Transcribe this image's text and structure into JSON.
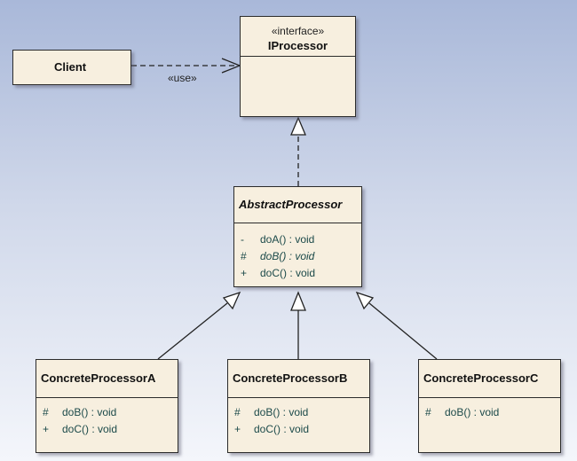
{
  "client": {
    "name": "Client"
  },
  "use_label": "«use»",
  "iprocessor": {
    "stereotype": "«interface»",
    "name": "IProcessor"
  },
  "abstract": {
    "name": "AbstractProcessor",
    "ops": [
      {
        "vis": "-",
        "sig": "doA() : void"
      },
      {
        "vis": "#",
        "sig": "doB() : void"
      },
      {
        "vis": "+",
        "sig": "doC() : void"
      }
    ]
  },
  "concreteA": {
    "name": "ConcreteProcessorA",
    "ops": [
      {
        "vis": "#",
        "sig": "doB() : void"
      },
      {
        "vis": "+",
        "sig": "doC() : void"
      }
    ]
  },
  "concreteB": {
    "name": "ConcreteProcessorB",
    "ops": [
      {
        "vis": "#",
        "sig": "doB() : void"
      },
      {
        "vis": "+",
        "sig": "doC() : void"
      }
    ]
  },
  "concreteC": {
    "name": "ConcreteProcessorC",
    "ops": [
      {
        "vis": "#",
        "sig": "doB() : void"
      }
    ]
  }
}
